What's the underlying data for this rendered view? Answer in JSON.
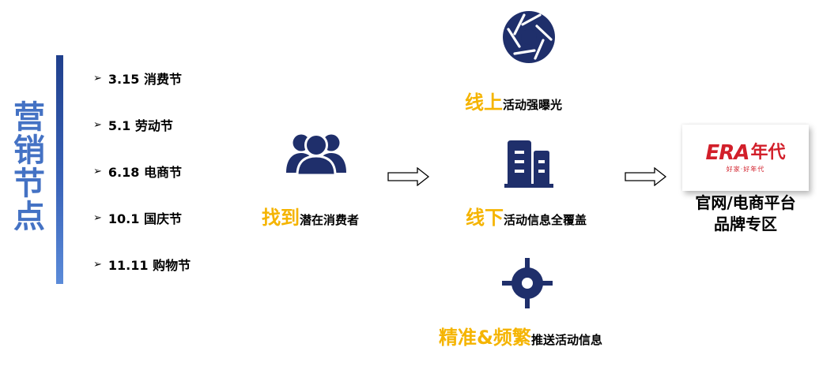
{
  "vertical_title": [
    "营",
    "销",
    "节",
    "点"
  ],
  "festivals": [
    {
      "arrow": "➢",
      "label": "3.15 消费节"
    },
    {
      "arrow": "➢",
      "label": "5.1 劳动节"
    },
    {
      "arrow": "➢",
      "label": "6.18 电商节"
    },
    {
      "arrow": "➢",
      "label": "10.1 国庆节"
    },
    {
      "arrow": "➢",
      "label": "11.11 购物节"
    }
  ],
  "find": {
    "highlight": "找到",
    "text": "潜在消费者",
    "icon": "users-icon"
  },
  "channels": [
    {
      "highlight": "线上",
      "text": "活动强曝光",
      "icon": "camera-shutter-icon"
    },
    {
      "highlight": "线下",
      "text": "活动信息全覆盖",
      "icon": "building-icon"
    },
    {
      "highlight": "精准&频繁",
      "text": "推送活动信息",
      "icon": "target-icon"
    }
  ],
  "logo": {
    "latin": "ERA",
    "cn": "年代",
    "slogan": "好家·好年代"
  },
  "destination": [
    "官网/电商平台",
    "品牌专区"
  ],
  "colors": {
    "accent_yellow": "#f5b400",
    "navy": "#1f2f6b",
    "title_blue": "#4472c4",
    "logo_red": "#d21f2a"
  }
}
